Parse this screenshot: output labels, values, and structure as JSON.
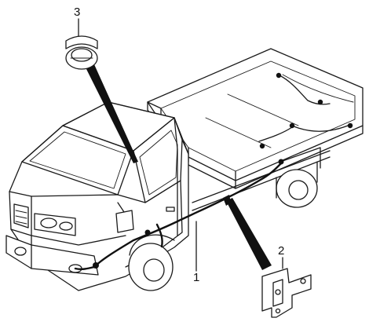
{
  "diagram": {
    "callouts": [
      {
        "id": "1",
        "label": "1",
        "part": "main-wiring-harness"
      },
      {
        "id": "2",
        "label": "2",
        "part": "mounting-bracket"
      },
      {
        "id": "3",
        "label": "3",
        "part": "grommet"
      }
    ]
  },
  "colors": {
    "line": "#1a1a1a",
    "background": "#ffffff"
  }
}
